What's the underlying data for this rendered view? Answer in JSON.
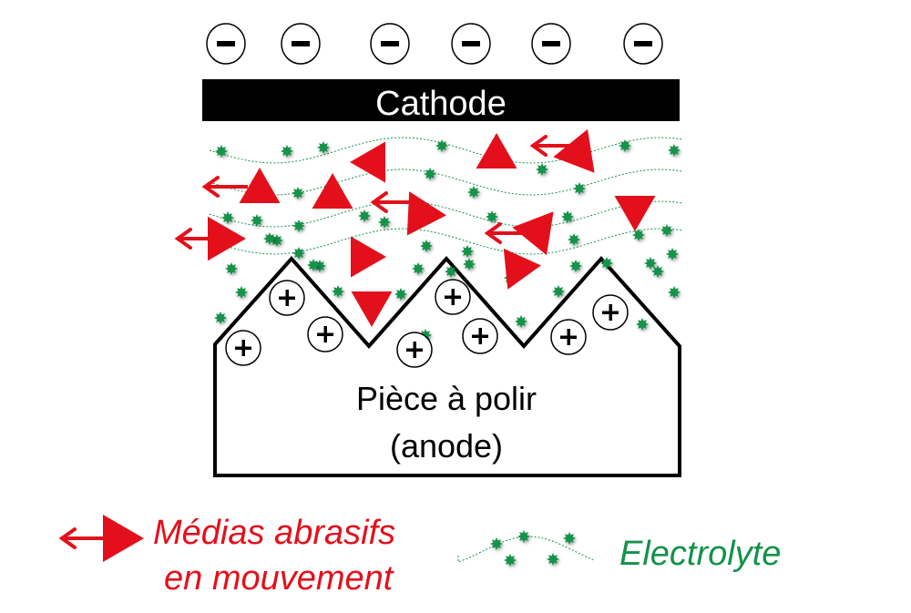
{
  "cathode": {
    "label": "Cathode",
    "charge_symbol": "−",
    "ion_count": 6
  },
  "anode": {
    "label_line1": "Pièce à polir",
    "label_line2": "(anode)",
    "charge_symbol": "+",
    "ion_count": 8
  },
  "legend": {
    "abrasive_line1": "Médias abrasifs",
    "abrasive_line2": "en mouvement",
    "electrolyte": "Electrolyte"
  },
  "colors": {
    "abrasive": "#e3101b",
    "electrolyte": "#12924a",
    "cathode": "#000000"
  }
}
